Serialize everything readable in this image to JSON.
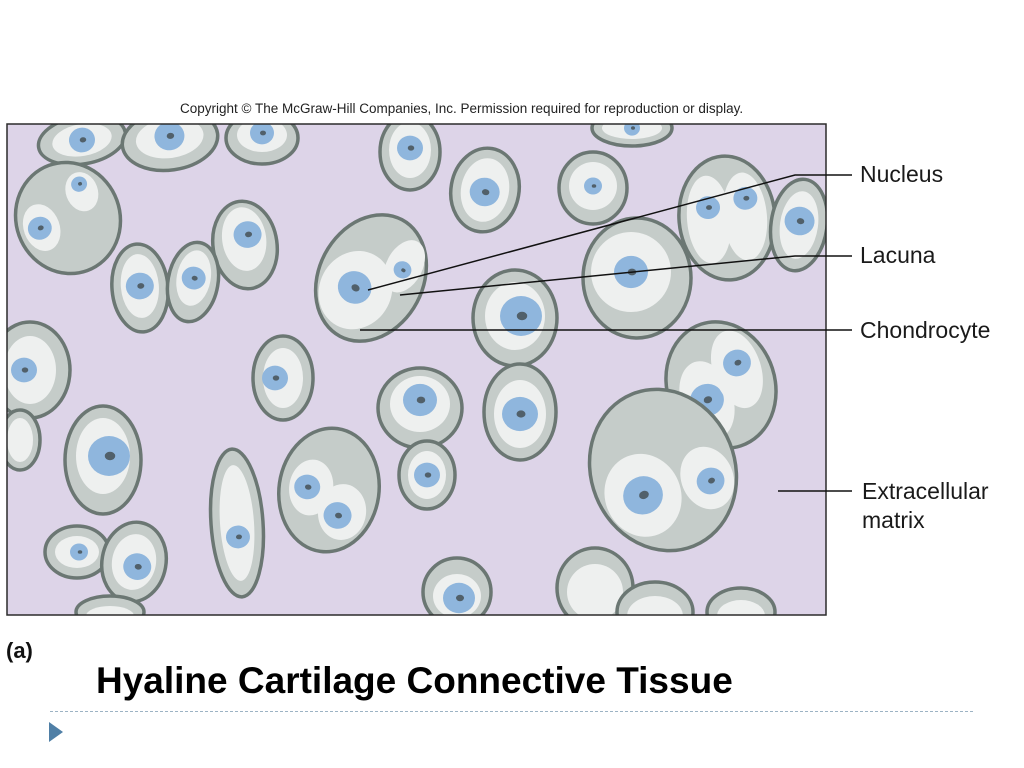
{
  "figure": {
    "copyright": "Copyright © The McGraw-Hill Companies, Inc. Permission required for reproduction or display.",
    "panel_label": "(a)",
    "labels": {
      "nucleus": "Nucleus",
      "lacuna": "Lacuna",
      "chondrocyte": "Chondrocyte",
      "matrix_line1": "Extracellular",
      "matrix_line2": "matrix"
    }
  },
  "slide": {
    "title": "Hyaline Cartilage Connective Tissue"
  },
  "colors": {
    "matrix": "#ddd4e8",
    "lacuna_wall": "#c5ccc9",
    "cell_body": "#eef0ef",
    "outline": "#6b7773",
    "nucleus": "#8fb6dd",
    "nucleolus": "#51606a",
    "accent": "#4f7fa6"
  }
}
